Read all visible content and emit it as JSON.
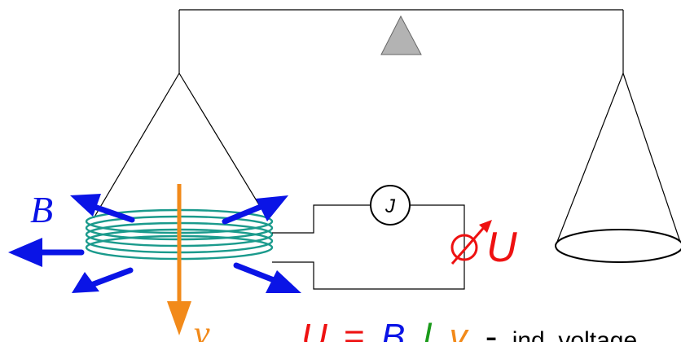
{
  "labels": {
    "field": "B",
    "velocity": "v",
    "meter": "J",
    "voltage": "U"
  },
  "formula": {
    "u": "U",
    "eq": "=",
    "b": "B",
    "l": "l",
    "v": "v",
    "dash": "-",
    "tail": "ind. voltage"
  },
  "colors": {
    "line": "#000000",
    "pivot": "#b3b3b3",
    "coil": "#1a9a8c",
    "arrows": "#0a14e6",
    "velocity": "#f28a1a",
    "voltage": "#ee1111",
    "length": "#1a9a1a"
  }
}
